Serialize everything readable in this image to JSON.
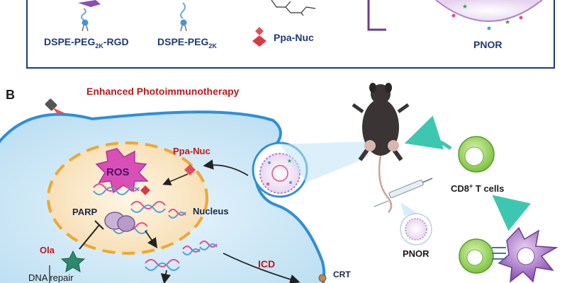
{
  "panel_a": {
    "items": [
      {
        "main": "DSPE-PEG",
        "sub": "2K",
        "suffix": "-RGD"
      },
      {
        "main": "DSPE-PEG",
        "sub": "2K",
        "suffix": ""
      },
      {
        "main": "Ppa-Nuc"
      },
      {
        "main": "PNOR"
      }
    ],
    "colors": {
      "border": "#1f3a78",
      "divider": "#6a3d8f",
      "text": "#1f3a78"
    }
  },
  "panel_b": {
    "letter": "B",
    "title": "Enhanced Photoimmunotherapy",
    "labels": {
      "ppa_nuc": "Ppa-Nuc",
      "ros": "ROS",
      "parp": "PARP",
      "nucleus": "Nucleus",
      "ola": "Ola",
      "dna_repair": "DNA repair",
      "icd": "ICD",
      "crt": "CRT",
      "pnor": "PNOR",
      "cd8_main": "CD8",
      "cd8_sup": "+",
      "cd8_rest": " T cells"
    },
    "colors": {
      "title": "#c0181c",
      "cell_fill": "#d7ecf8",
      "cell_stroke": "#2f8fd6",
      "nucleus_fill": "#fbe9c8",
      "nucleus_stroke": "#f0a830",
      "ros": "#d94fb8",
      "arrow_teal": "#3ec7b0",
      "laser": "#e02020"
    }
  }
}
